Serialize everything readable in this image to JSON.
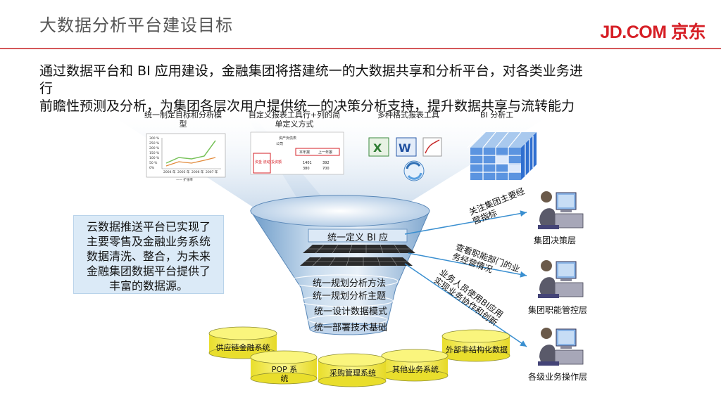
{
  "header": {
    "title": "大数据分析平台建设目标",
    "logo": "JD.COM 京东"
  },
  "intro": {
    "line1": "通过数据平台和 BI 应用建设，金融集团将搭建统一的大数据共享和分析平台，对各类业务进",
    "line2": "行",
    "line3": "前瞻性预测及分析，为集团各层次用户提供统一的决策分析支持，提升数据共享与流转能力"
  },
  "top_tools": {
    "model": "统一制定目标和分析模型",
    "report": "自定义报表工具行+列的简单定义方式",
    "formats": "多种格式报表工具",
    "bi": "BI 分析工"
  },
  "callout": {
    "lines": [
      "云数据推送平台已实现了",
      "主要零售及金融业务系统",
      "数据清洗、整合，为未来",
      "金融集团数据平台提供了",
      "丰富的数据源。"
    ]
  },
  "funnel_layers": {
    "bi_app": "统一定义 BI 应",
    "method": "统一规划分析方法",
    "topic": "统一规划分析主题",
    "design": "统一设计数据模式",
    "deploy": "统一部署技术基础"
  },
  "data_sources": {
    "supply_chain": "供应链金融系统",
    "pop": "POP 系统",
    "procurement": "采购管理系统",
    "other": "其他业务系统",
    "external": "外部非结构化数据"
  },
  "arrows": {
    "to_decision": "关注集团主要经营指标",
    "to_mgmt": "查看职能部门的业务经营情况",
    "to_ops": "业务人员使用BI应用实现业务协作和创新"
  },
  "users": {
    "decision": "集团决策层",
    "mgmt": "集团职能管控层",
    "ops": "各级业务操作层"
  },
  "mini_chart": {
    "y_ticks": [
      "300 %",
      "250 %",
      "200 %",
      "150 %",
      "100 %",
      "50 %",
      "0%"
    ],
    "x_ticks": [
      "2004 年",
      "2005 年",
      "2006 年",
      "2007 年"
    ],
    "legend": "——  扩张率"
  },
  "mini_report": {
    "title": "资产负债表",
    "company": "公司",
    "col1": "本年报",
    "col2": "上一年报",
    "row_labels": "资金 流动 投资额",
    "values": [
      [
        "1401",
        "392"
      ],
      [
        "380",
        "700"
      ]
    ]
  },
  "colors": {
    "accent_red": "#d61f26",
    "funnel_blue": "#8ab4dc",
    "cylinder_yellow": "#f5ee4e",
    "callout_bg": "#dbeaf7"
  }
}
